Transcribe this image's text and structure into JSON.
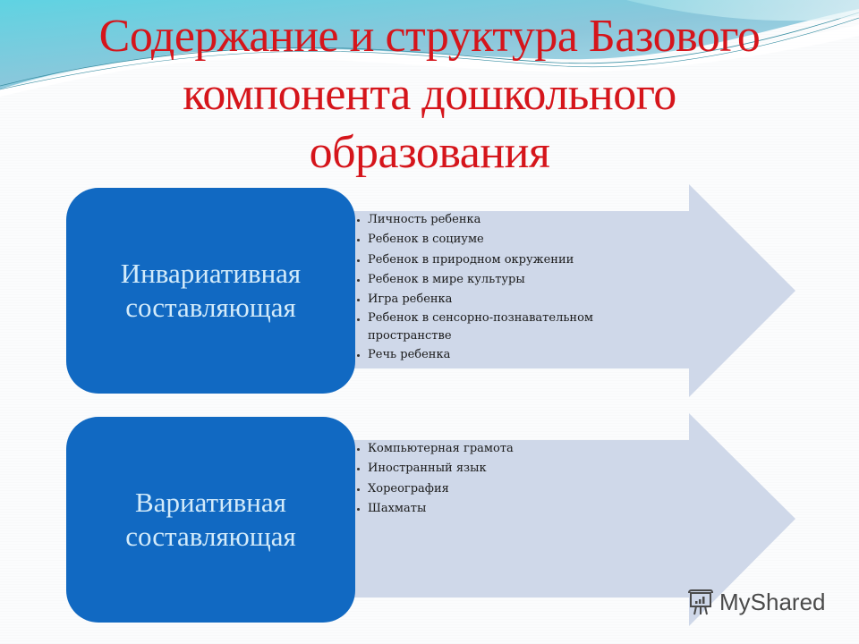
{
  "slide": {
    "title_lines": [
      "Содержание и структура Базового",
      "компонента дошкольного",
      "образования"
    ],
    "colors": {
      "title": "#d5151b",
      "box_fill": "#1169c2",
      "box_text": "#d3ebfa",
      "arrow_fill": "#cfd8e9",
      "wave_top": "#7ec9d8"
    }
  },
  "blocks": [
    {
      "label_lines": [
        "Инвариативная",
        "составляющая"
      ],
      "items": [
        "Личность ребенка",
        "Ребенок в социуме",
        "Ребенок в природном окружении",
        "Ребенок в мире культуры",
        "Игра ребенка",
        "Ребенок в сенсорно-познавательном пространстве",
        "Речь ребенка"
      ],
      "items_display": {
        "item5_line1": "Ребенок в сенсорно-познавательном",
        "item5_line2": "пространстве"
      }
    },
    {
      "label_lines": [
        "Вариативная",
        "составляющая"
      ],
      "items": [
        "Компьютерная грамота",
        "Иностранный язык",
        "Хореография",
        "Шахматы"
      ]
    }
  ],
  "watermark": {
    "text": "MyShared",
    "icon": "presentation-board-icon"
  }
}
